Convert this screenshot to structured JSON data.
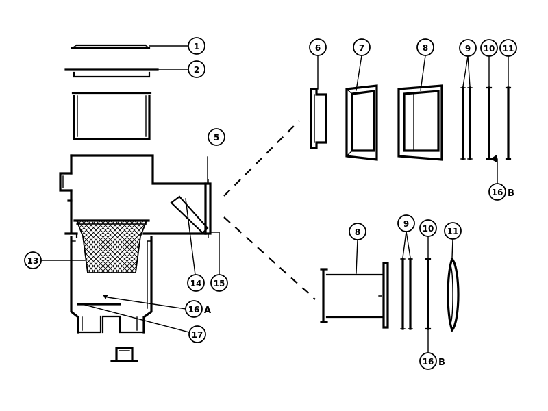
{
  "callouts": [
    {
      "id": "c1",
      "number": "1",
      "suffix": ""
    },
    {
      "id": "c2",
      "number": "2",
      "suffix": ""
    },
    {
      "id": "c5",
      "number": "5",
      "suffix": ""
    },
    {
      "id": "c6",
      "number": "6",
      "suffix": ""
    },
    {
      "id": "c7",
      "number": "7",
      "suffix": ""
    },
    {
      "id": "c8a",
      "number": "8",
      "suffix": ""
    },
    {
      "id": "c9a",
      "number": "9",
      "suffix": ""
    },
    {
      "id": "c10a",
      "number": "10",
      "suffix": ""
    },
    {
      "id": "c11a",
      "number": "11",
      "suffix": ""
    },
    {
      "id": "c16b1",
      "number": "16",
      "suffix": "B"
    },
    {
      "id": "c13",
      "number": "13",
      "suffix": ""
    },
    {
      "id": "c14",
      "number": "14",
      "suffix": ""
    },
    {
      "id": "c15",
      "number": "15",
      "suffix": ""
    },
    {
      "id": "c16a",
      "number": "16",
      "suffix": "A"
    },
    {
      "id": "c17",
      "number": "17",
      "suffix": ""
    },
    {
      "id": "c8b",
      "number": "8",
      "suffix": ""
    },
    {
      "id": "c9b",
      "number": "9",
      "suffix": ""
    },
    {
      "id": "c10b",
      "number": "10",
      "suffix": ""
    },
    {
      "id": "c11b",
      "number": "11",
      "suffix": ""
    },
    {
      "id": "c16b2",
      "number": "16",
      "suffix": "B"
    }
  ]
}
